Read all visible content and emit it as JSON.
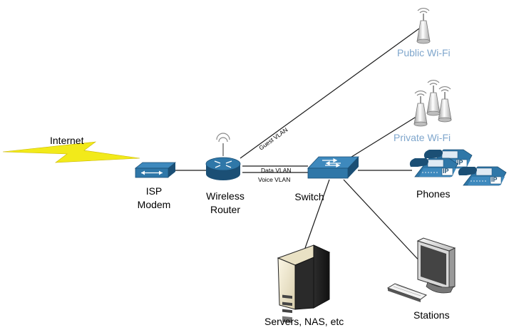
{
  "nodes": {
    "internet": "Internet",
    "isp_modem_line1": "ISP",
    "isp_modem_line2": "Modem",
    "router_line1": "Wireless",
    "router_line2": "Router",
    "switch": "Switch",
    "public_wifi": "Public Wi-Fi",
    "private_wifi": "Private Wi-Fi",
    "phones": "Phones",
    "servers": "Servers, NAS, etc",
    "stations": "Stations"
  },
  "links": {
    "guest_vlan": "Guest VLAN",
    "data_vlan": "Data VLAN",
    "voice_vlan": "Voice VLAN"
  },
  "phone_badge": "IP",
  "colors": {
    "device_blue": "#2f77a8",
    "device_dark": "#1b4f75",
    "lightning": "#f2ea1a",
    "wifi_label": "#7fa6cc",
    "link": "#1a1a1a"
  },
  "icons": [
    "lightning-icon",
    "modem-icon",
    "router-icon",
    "switch-icon",
    "access-point-icon",
    "ip-phone-icon",
    "server-tower-icon",
    "workstation-icon"
  ]
}
